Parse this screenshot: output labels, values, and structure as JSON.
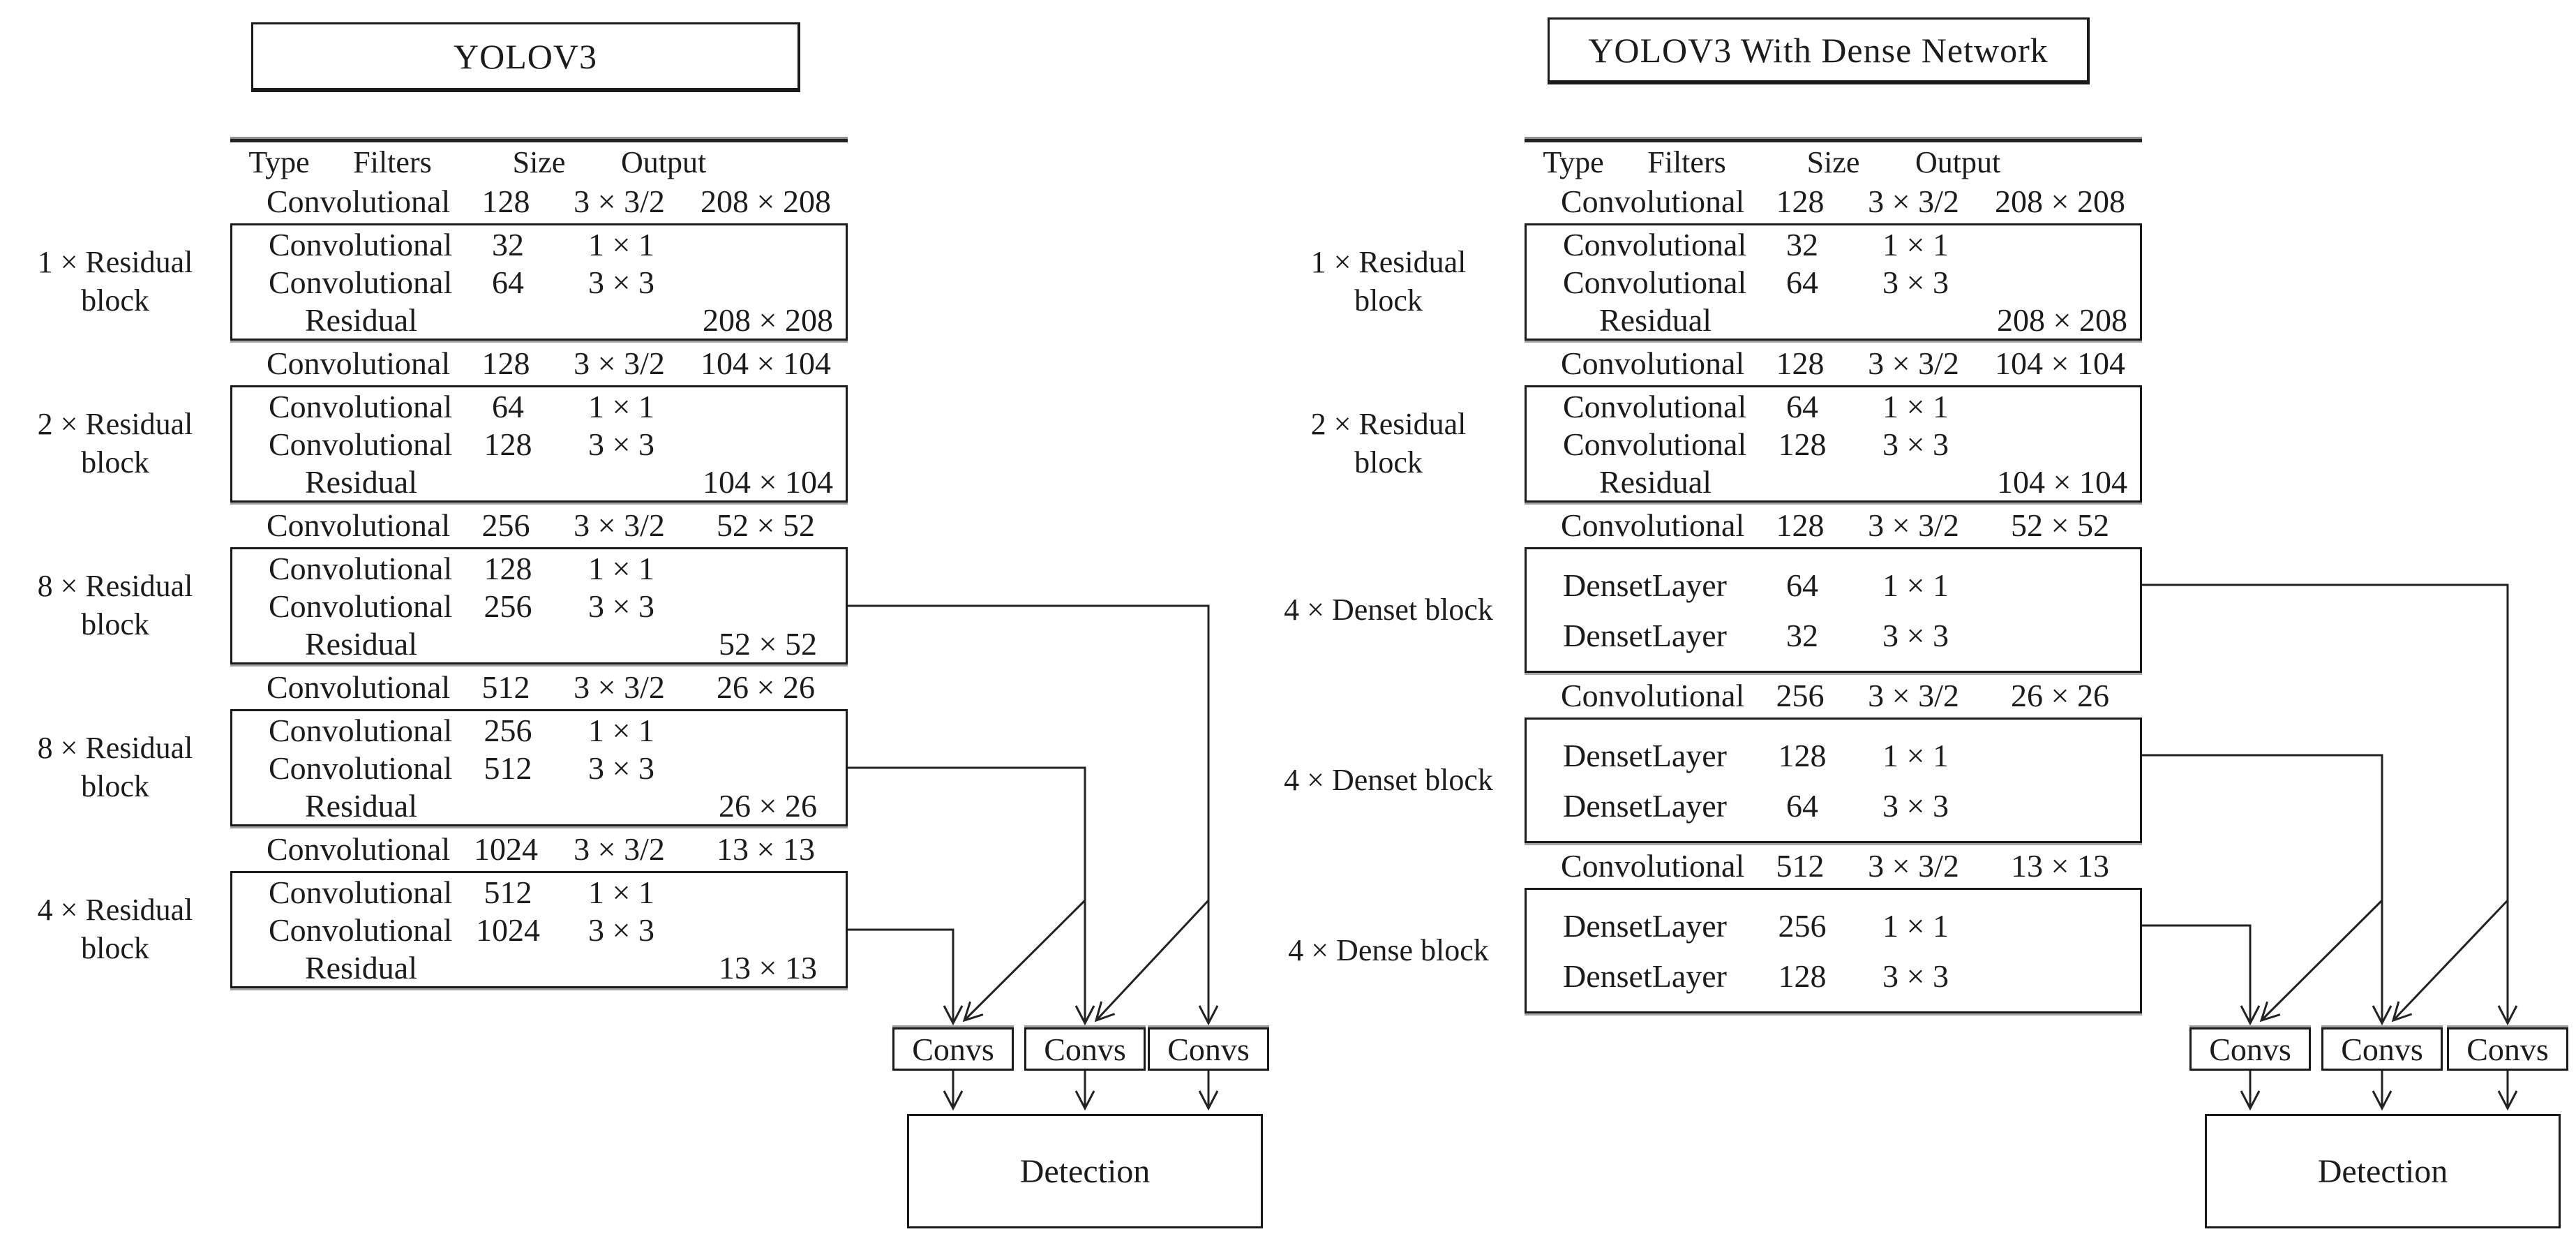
{
  "figure": {
    "ink_color": "#1c1c1c",
    "background": "#ffffff"
  },
  "diagrams": [
    {
      "title": "YOLOV3",
      "columns": [
        "Type",
        "Filters",
        "Size",
        "Output"
      ],
      "segments": [
        {
          "label_lines": [],
          "rows": [
            {
              "type": "Convolutional",
              "filters": "128",
              "size": "3 × 3/2",
              "output": "208 × 208"
            }
          ]
        },
        {
          "label_lines": [
            "1 × Residual",
            "block"
          ],
          "boxed": true,
          "rows": [
            {
              "type": "Convolutional",
              "filters": "32",
              "size": "1 × 1",
              "output": ""
            },
            {
              "type": "Convolutional",
              "filters": "64",
              "size": "3 × 3",
              "output": ""
            },
            {
              "type": "Residual",
              "filters": "",
              "size": "",
              "output": "208 × 208",
              "indent": true
            }
          ]
        },
        {
          "label_lines": [],
          "rows": [
            {
              "type": "Convolutional",
              "filters": "128",
              "size": "3 × 3/2",
              "output": "104 × 104"
            }
          ]
        },
        {
          "label_lines": [
            "2 × Residual",
            "block"
          ],
          "boxed": true,
          "rows": [
            {
              "type": "Convolutional",
              "filters": "64",
              "size": "1 × 1",
              "output": ""
            },
            {
              "type": "Convolutional",
              "filters": "128",
              "size": "3 × 3",
              "output": ""
            },
            {
              "type": "Residual",
              "filters": "",
              "size": "",
              "output": "104 × 104",
              "indent": true
            }
          ]
        },
        {
          "label_lines": [],
          "rows": [
            {
              "type": "Convolutional",
              "filters": "256",
              "size": "3 × 3/2",
              "output": "52 × 52"
            }
          ]
        },
        {
          "label_lines": [
            "8 × Residual",
            "block"
          ],
          "boxed": true,
          "rows": [
            {
              "type": "Convolutional",
              "filters": "128",
              "size": "1 × 1",
              "output": ""
            },
            {
              "type": "Convolutional",
              "filters": "256",
              "size": "3 × 3",
              "output": ""
            },
            {
              "type": "Residual",
              "filters": "",
              "size": "",
              "output": "52 × 52",
              "indent": true
            }
          ]
        },
        {
          "label_lines": [],
          "rows": [
            {
              "type": "Convolutional",
              "filters": "512",
              "size": "3 × 3/2",
              "output": "26 × 26"
            }
          ]
        },
        {
          "label_lines": [
            "8 × Residual",
            "block"
          ],
          "boxed": true,
          "rows": [
            {
              "type": "Convolutional",
              "filters": "256",
              "size": "1 × 1",
              "output": ""
            },
            {
              "type": "Convolutional",
              "filters": "512",
              "size": "3 × 3",
              "output": ""
            },
            {
              "type": "Residual",
              "filters": "",
              "size": "",
              "output": "26 × 26",
              "indent": true
            }
          ]
        },
        {
          "label_lines": [],
          "rows": [
            {
              "type": "Convolutional",
              "filters": "1024",
              "size": "3 × 3/2",
              "output": "13 × 13"
            }
          ]
        },
        {
          "label_lines": [
            "4 × Residual",
            "block"
          ],
          "boxed": true,
          "rows": [
            {
              "type": "Convolutional",
              "filters": "512",
              "size": "1 × 1",
              "output": ""
            },
            {
              "type": "Convolutional",
              "filters": "1024",
              "size": "3 × 3",
              "output": ""
            },
            {
              "type": "Residual",
              "filters": "",
              "size": "",
              "output": "13 × 13",
              "indent": true
            }
          ]
        }
      ],
      "convs_labels": [
        "Convs",
        "Convs",
        "Convs"
      ],
      "detection_label": "Detection"
    },
    {
      "title": "YOLOV3 With Dense Network",
      "columns": [
        "Type",
        "Filters",
        "Size",
        "Output"
      ],
      "segments": [
        {
          "label_lines": [],
          "rows": [
            {
              "type": "Convolutional",
              "filters": "128",
              "size": "3 × 3/2",
              "output": "208 × 208"
            }
          ]
        },
        {
          "label_lines": [
            "1 × Residual",
            "block"
          ],
          "boxed": true,
          "rows": [
            {
              "type": "Convolutional",
              "filters": "32",
              "size": "1 × 1",
              "output": ""
            },
            {
              "type": "Convolutional",
              "filters": "64",
              "size": "3 × 3",
              "output": ""
            },
            {
              "type": "Residual",
              "filters": "",
              "size": "",
              "output": "208 × 208",
              "indent": true
            }
          ]
        },
        {
          "label_lines": [],
          "rows": [
            {
              "type": "Convolutional",
              "filters": "128",
              "size": "3 × 3/2",
              "output": "104 × 104"
            }
          ]
        },
        {
          "label_lines": [
            "2 × Residual",
            "block"
          ],
          "boxed": true,
          "rows": [
            {
              "type": "Convolutional",
              "filters": "64",
              "size": "1 × 1",
              "output": ""
            },
            {
              "type": "Convolutional",
              "filters": "128",
              "size": "3 × 3",
              "output": ""
            },
            {
              "type": "Residual",
              "filters": "",
              "size": "",
              "output": "104 × 104",
              "indent": true
            }
          ]
        },
        {
          "label_lines": [],
          "rows": [
            {
              "type": "Convolutional",
              "filters": "128",
              "size": "3 × 3/2",
              "output": "52 × 52"
            }
          ]
        },
        {
          "label_lines": [
            "4 × Denset block"
          ],
          "boxed": true,
          "dense": true,
          "rows": [
            {
              "type": "DensetLayer",
              "filters": "64",
              "size": "1 × 1",
              "output": ""
            },
            {
              "type": "DensetLayer",
              "filters": "32",
              "size": "3 × 3",
              "output": ""
            }
          ]
        },
        {
          "label_lines": [],
          "rows": [
            {
              "type": "Convolutional",
              "filters": "256",
              "size": "3 × 3/2",
              "output": "26 × 26"
            }
          ]
        },
        {
          "label_lines": [
            "4 × Denset block"
          ],
          "boxed": true,
          "dense": true,
          "rows": [
            {
              "type": "DensetLayer",
              "filters": "128",
              "size": "1 × 1",
              "output": ""
            },
            {
              "type": "DensetLayer",
              "filters": "64",
              "size": "3 × 3",
              "output": ""
            }
          ]
        },
        {
          "label_lines": [],
          "rows": [
            {
              "type": "Convolutional",
              "filters": "512",
              "size": "3 × 3/2",
              "output": "13 × 13"
            }
          ]
        },
        {
          "label_lines": [
            "4 × Dense block"
          ],
          "boxed": true,
          "dense": true,
          "rows": [
            {
              "type": "DensetLayer",
              "filters": "256",
              "size": "1 × 1",
              "output": ""
            },
            {
              "type": "DensetLayer",
              "filters": "128",
              "size": "3 × 3",
              "output": ""
            }
          ]
        }
      ],
      "convs_labels": [
        "Convs",
        "Convs",
        "Convs"
      ],
      "detection_label": "Detection"
    }
  ]
}
